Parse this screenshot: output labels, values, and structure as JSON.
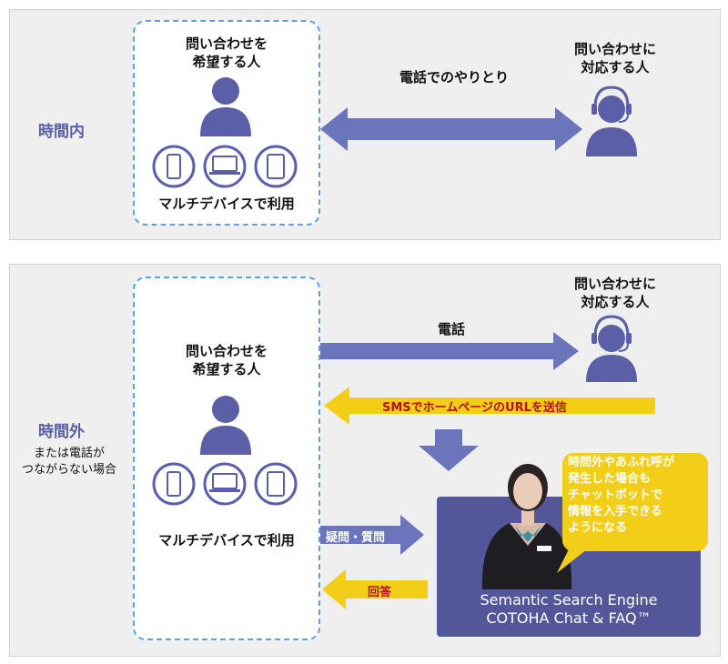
{
  "top": {
    "side_label": "時間内",
    "requester_line1": "問い合わせを",
    "requester_line2": "希望する人",
    "multidevice": "マルチデバイスで利用",
    "exchange": "電話でのやりとり",
    "agent_line1": "問い合わせに",
    "agent_line2": "対応する人"
  },
  "bottom": {
    "side_label": "時間外",
    "side_sub_line1": "または電話が",
    "side_sub_line2": "つながらない場合",
    "requester_line1": "問い合わせを",
    "requester_line2": "希望する人",
    "multidevice": "マルチデバイスで利用",
    "phone": "電話",
    "agent_line1": "問い合わせに",
    "agent_line2": "対応する人",
    "sms": "SMSでホームページのURLを送信",
    "question": "疑問・質問",
    "answer": "回答",
    "bubble_lines": [
      "時間外やあふれ呼が",
      "発生した場合も",
      "チャットボットで",
      "情報を入手できる",
      "ようになる"
    ],
    "engine_line1": "Semantic Search Engine",
    "engine_line2": "COTOHA Chat & FAQ™"
  },
  "colors": {
    "accent": "#5b5fa7",
    "arrow_blue": "#6a75bb",
    "arrow_yellow": "#f2ce19",
    "dash_border": "#5aa2df",
    "panel_bg": "#efeff0"
  }
}
